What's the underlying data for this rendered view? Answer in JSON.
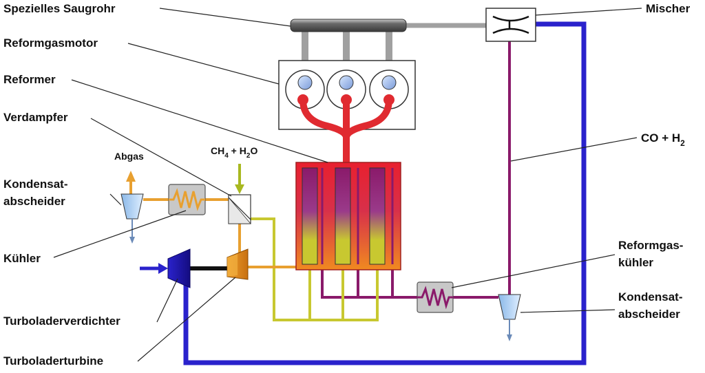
{
  "labels": {
    "spezielles_saugrohr": "Spezielles Saugrohr",
    "reformgasmotor": "Reformgasmotor",
    "reformer": "Reformer",
    "verdampfer": "Verdampfer",
    "kondensatabscheider_left_1": "Kondensat-",
    "kondensatabscheider_left_2": "abscheider",
    "kuehler": "Kühler",
    "turboladerverdichter": "Turboladerverdichter",
    "turboladerturbine": "Turboladerturbine",
    "mischer": "Mischer",
    "co_h2_prefix": "CO + H",
    "co_h2_sub": "2",
    "reformgaskuehler_1": "Reformgas-",
    "reformgaskuehler_2": "kühler",
    "kondensatabscheider_right_1": "Kondensat-",
    "kondensatabscheider_right_2": "abscheider",
    "abgas": "Abgas",
    "ch4_c": "CH",
    "ch4_sub": "4",
    "ch4_mid": " + H",
    "h2o_sub": "2",
    "h2o_o": "O"
  },
  "colors": {
    "exhaust_orange": "#e8a030",
    "exhaust_yellow": "#c8c830",
    "reformgas_purple": "#8a1a6a",
    "air_blue": "#2a22cc",
    "reformer_red": "#e02a30",
    "manifold_gray": "#a0a0a0",
    "feed_green": "#a8b820"
  },
  "icons": [
    "heat-exchanger-icon",
    "separator-icon",
    "mixer-icon",
    "evaporator-icon",
    "compressor-icon",
    "turbine-icon",
    "cylinder-icon"
  ]
}
